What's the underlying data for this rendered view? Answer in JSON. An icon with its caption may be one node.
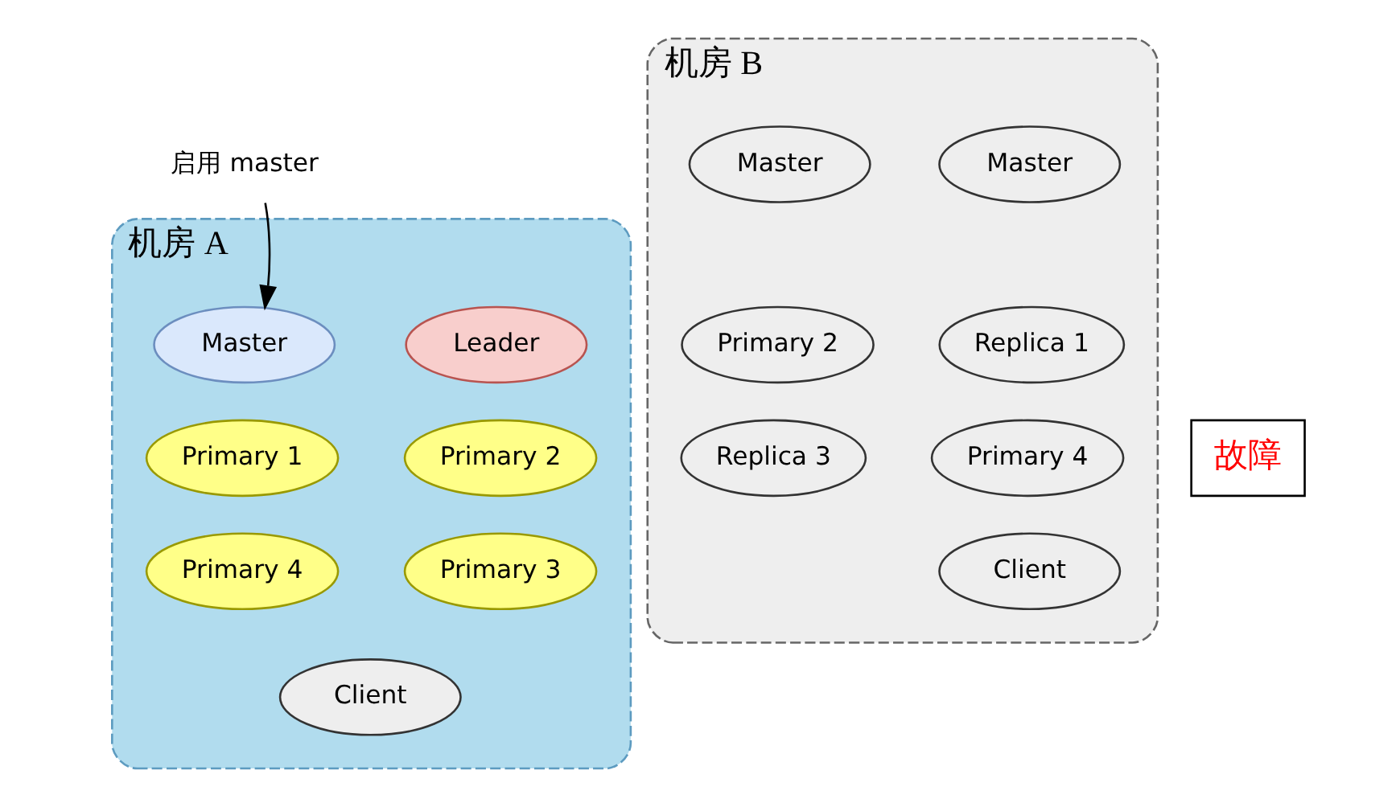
{
  "diagram": {
    "nodes": [
      {
        "text": [
          "机房 A"
        ]
      },
      {
        "text": [
          "Master"
        ],
        "in": 0
      },
      {
        "text": [
          "Leader"
        ],
        "in": 0
      },
      {
        "text": [
          "Primary 1"
        ],
        "in": 0
      },
      {
        "text": [
          "Primary 2"
        ],
        "in": 0
      },
      {
        "text": [
          "Primary 4"
        ],
        "in": 0
      },
      {
        "text": [
          "Primary 3"
        ],
        "in": 0
      },
      {
        "text": [
          "Client"
        ],
        "in": 0
      },
      {
        "text": [
          "启用 master"
        ]
      },
      {
        "text": [
          "机房 B"
        ]
      },
      {
        "text": [
          "故障"
        ]
      },
      {
        "text": [
          "Master"
        ],
        "in": 9
      },
      {
        "text": [
          "Master"
        ],
        "in": 9
      },
      {
        "text": [
          "Primary 2"
        ],
        "in": 9
      },
      {
        "text": [
          "Replica 1"
        ],
        "in": 9
      },
      {
        "text": [
          "Replica 3"
        ],
        "in": 9
      },
      {
        "text": [
          "Primary 4"
        ],
        "in": 9
      },
      {
        "text": [
          "Client"
        ],
        "in": 9
      }
    ],
    "edges": [
      {
        "from": 8,
        "to": 1,
        "arrow": "to"
      }
    ]
  }
}
